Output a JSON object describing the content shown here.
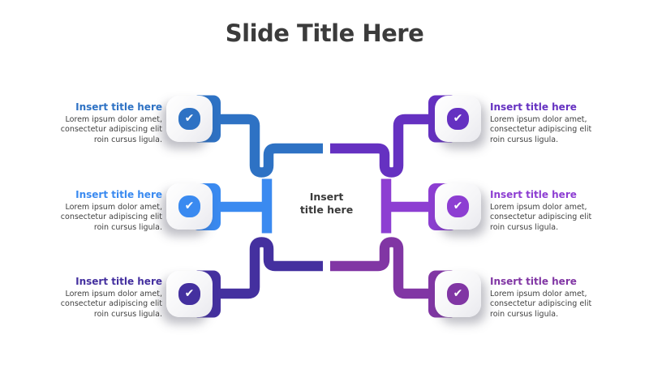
{
  "slide": {
    "title": "Slide Title Here",
    "title_color": "#3b3b3b",
    "background": "#ffffff"
  },
  "center": {
    "line1": "Insert",
    "line2": "title here",
    "text_color": "#3a3a3a"
  },
  "items": [
    {
      "id": "left-top",
      "title": "Insert title here",
      "color": "#2e72c4",
      "check_glyph": "✔",
      "body": [
        "Lorem ipsum dolor amet,",
        "consectetur adipiscing elit",
        "roin cursus ligula."
      ]
    },
    {
      "id": "left-middle",
      "title": "Insert title here",
      "color": "#3a8af0",
      "check_glyph": "✔",
      "body": [
        "Lorem ipsum dolor amet,",
        "consectetur adipiscing elit",
        "roin cursus ligula."
      ]
    },
    {
      "id": "left-bottom",
      "title": "Insert title here",
      "color": "#44309f",
      "check_glyph": "✔",
      "body": [
        "Lorem ipsum dolor amet,",
        "consectetur adipiscing elit",
        "roin cursus ligula."
      ]
    },
    {
      "id": "right-top",
      "title": "Insert title here",
      "color": "#6531c1",
      "check_glyph": "✔",
      "body": [
        "Lorem ipsum dolor amet,",
        "consectetur adipiscing elit",
        "roin cursus ligula."
      ]
    },
    {
      "id": "right-middle",
      "title": "Insert title here",
      "color": "#8d3ed2",
      "check_glyph": "✔",
      "body": [
        "Lorem ipsum dolor amet,",
        "consectetur adipiscing elit",
        "roin cursus ligula."
      ]
    },
    {
      "id": "right-bottom",
      "title": "Insert title here",
      "color": "#8136a4",
      "check_glyph": "✔",
      "body": [
        "Lorem ipsum dolor amet,",
        "consectetur adipiscing elit",
        "roin cursus ligula."
      ]
    }
  ]
}
